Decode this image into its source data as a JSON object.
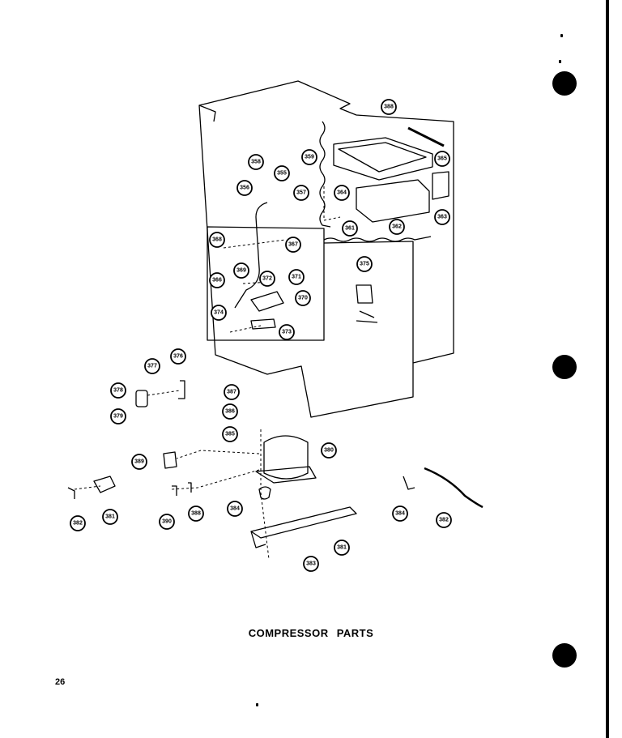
{
  "caption": "COMPRESSOR PARTS",
  "page_number": "26",
  "callouts": [
    {
      "id": "c388a",
      "text": "388"
    },
    {
      "id": "c358",
      "text": "358"
    },
    {
      "id": "c355",
      "text": "355"
    },
    {
      "id": "c359",
      "text": "359"
    },
    {
      "id": "c356",
      "text": "356"
    },
    {
      "id": "c357",
      "text": "357"
    },
    {
      "id": "c365",
      "text": "365"
    },
    {
      "id": "c364",
      "text": "364"
    },
    {
      "id": "c363",
      "text": "363"
    },
    {
      "id": "c362",
      "text": "362"
    },
    {
      "id": "c361",
      "text": "361"
    },
    {
      "id": "c368",
      "text": "368"
    },
    {
      "id": "c367",
      "text": "367"
    },
    {
      "id": "c369",
      "text": "369"
    },
    {
      "id": "c366",
      "text": "366"
    },
    {
      "id": "c372",
      "text": "372"
    },
    {
      "id": "c371",
      "text": "371"
    },
    {
      "id": "c370",
      "text": "370"
    },
    {
      "id": "c374",
      "text": "374"
    },
    {
      "id": "c373",
      "text": "373"
    },
    {
      "id": "c375",
      "text": "375"
    },
    {
      "id": "c376",
      "text": "376"
    },
    {
      "id": "c377",
      "text": "377"
    },
    {
      "id": "c378",
      "text": "378"
    },
    {
      "id": "c379",
      "text": "379"
    },
    {
      "id": "c387",
      "text": "387"
    },
    {
      "id": "c386",
      "text": "386"
    },
    {
      "id": "c385",
      "text": "385"
    },
    {
      "id": "c380",
      "text": "380"
    },
    {
      "id": "c389",
      "text": "389"
    },
    {
      "id": "c382a",
      "text": "382"
    },
    {
      "id": "c381a",
      "text": "381"
    },
    {
      "id": "c390",
      "text": "390"
    },
    {
      "id": "c388b",
      "text": "388"
    },
    {
      "id": "c384a",
      "text": "384"
    },
    {
      "id": "c381b",
      "text": "381"
    },
    {
      "id": "c383",
      "text": "383"
    },
    {
      "id": "c384b",
      "text": "384"
    },
    {
      "id": "c382b",
      "text": "382"
    }
  ]
}
